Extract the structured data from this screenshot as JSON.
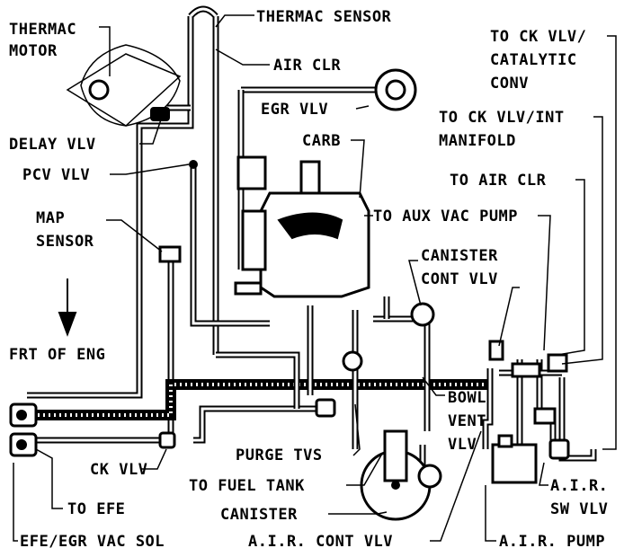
{
  "labels": {
    "thermac_motor_1": "THERMAC",
    "thermac_motor_2": "MOTOR",
    "thermac_sensor": "THERMAC SENSOR",
    "air_clr": "AIR CLR",
    "egr_vlv": "EGR VLV",
    "carb": "CARB",
    "delay_vlv": "DELAY VLV",
    "pcv_vlv": "PCV VLV",
    "map_sensor_1": "MAP",
    "map_sensor_2": "SENSOR",
    "frt_of_eng": "FRT OF ENG",
    "to_ck_vlv_cat_1": "TO CK VLV/",
    "to_ck_vlv_cat_2": "CATALYTIC",
    "to_ck_vlv_cat_3": "CONV",
    "to_ck_vlv_int_1": "TO CK VLV/INT",
    "to_ck_vlv_int_2": "MANIFOLD",
    "to_air_clr": "TO AIR CLR",
    "to_aux_vac_pump": "TO AUX VAC PUMP",
    "canister_cont_vlv_1": "CANISTER",
    "canister_cont_vlv_2": "CONT VLV",
    "bowl_vent_vlv_1": "BOWL",
    "bowl_vent_vlv_2": "VENT",
    "bowl_vent_vlv_3": "VLV",
    "ck_vlv": "CK VLV",
    "purge_tvs": "PURGE TVS",
    "to_fuel_tank": "TO FUEL TANK",
    "to_efe": "TO EFE",
    "canister": "CANISTER",
    "air_sw_vlv_1": "A.I.R.",
    "air_sw_vlv_2": "SW VLV",
    "efe_egr_vac_sol": "EFE/EGR VAC SOL",
    "air_cont_vlv": "A.I.R. CONT VLV",
    "air_pump": "A.I.R. PUMP"
  }
}
